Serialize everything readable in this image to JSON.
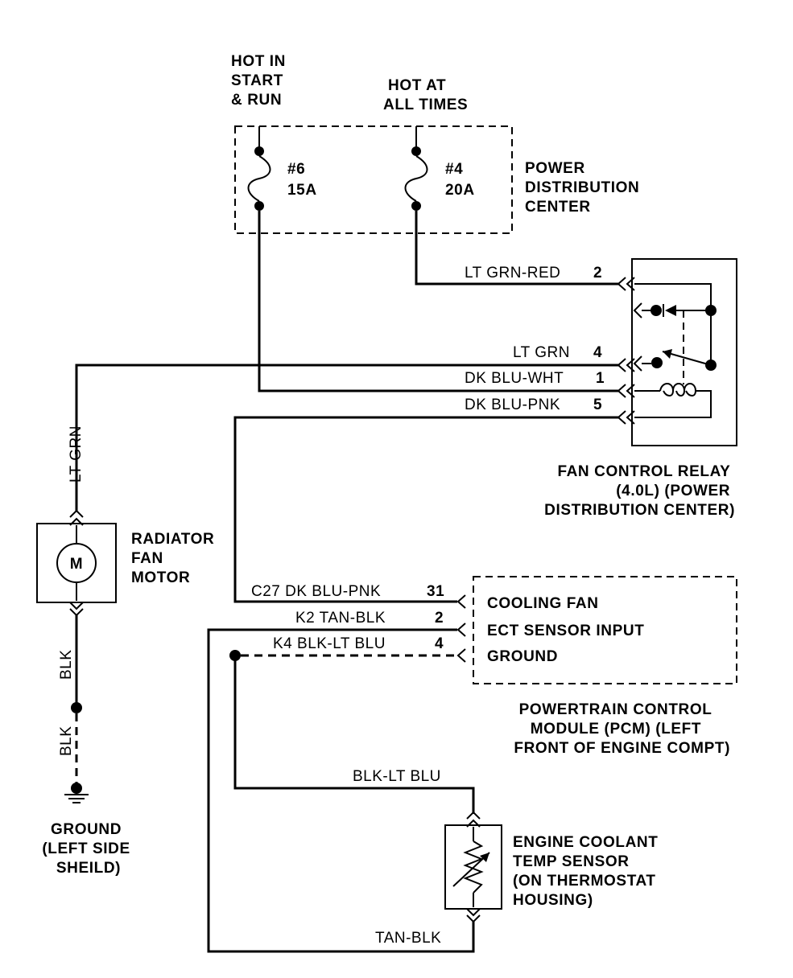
{
  "power_distribution_center": {
    "hot_start_run": [
      "HOT IN",
      "START",
      "& RUN"
    ],
    "hot_all_times": [
      "HOT AT",
      "ALL TIMES"
    ],
    "fuse6": {
      "number": "#6",
      "rating": "15A"
    },
    "fuse4": {
      "number": "#4",
      "rating": "20A"
    },
    "name": [
      "POWER",
      "DISTRIBUTION",
      "CENTER"
    ]
  },
  "relay_wires": [
    {
      "color": "LT GRN-RED",
      "pin": "2"
    },
    {
      "color": "LT GRN",
      "pin": "4"
    },
    {
      "color": "DK BLU-WHT",
      "pin": "1"
    },
    {
      "color": "DK BLU-PNK",
      "pin": "5"
    }
  ],
  "fan_control_relay": {
    "name": [
      "FAN CONTROL RELAY",
      "(4.0L) (POWER",
      "DISTRIBUTION CENTER)"
    ]
  },
  "radiator_fan_motor": {
    "motor_symbol": "M",
    "name": [
      "RADIATOR",
      "FAN",
      "MOTOR"
    ],
    "wire_top": "LT GRN",
    "wire_bottom": "BLK",
    "wire_ground": "BLK"
  },
  "ground": {
    "name": [
      "GROUND",
      "(LEFT SIDE",
      "SHEILD)"
    ]
  },
  "pcm_wires": [
    {
      "circuit": "C27 DK BLU-PNK",
      "pin": "31"
    },
    {
      "circuit": "K2 TAN-BLK",
      "pin": "2"
    },
    {
      "circuit": "K4 BLK-LT BLU",
      "pin": "4"
    }
  ],
  "pcm": {
    "functions": [
      "COOLING FAN",
      "ECT SENSOR INPUT",
      "GROUND"
    ],
    "name": [
      "POWERTRAIN CONTROL",
      "MODULE (PCM) (LEFT",
      "FRONT OF ENGINE COMPT)"
    ]
  },
  "ect_sensor": {
    "wire_top": "BLK-LT BLU",
    "wire_bottom": "TAN-BLK",
    "name": [
      "ENGINE COOLANT",
      "TEMP SENSOR",
      "(ON THERMOSTAT",
      "HOUSING)"
    ]
  }
}
